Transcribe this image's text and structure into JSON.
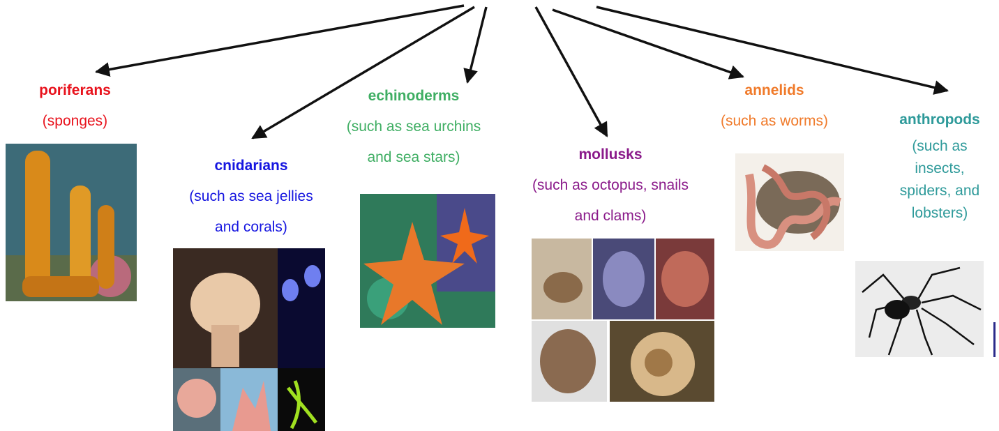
{
  "groups": [
    {
      "id": "poriferans",
      "title": "poriferans",
      "subtitle": [
        "(sponges)"
      ],
      "color": "#e8121c"
    },
    {
      "id": "cnidarians",
      "title": "cnidarians",
      "subtitle": [
        "(such as sea jellies",
        "and corals)"
      ],
      "color": "#1616e0"
    },
    {
      "id": "echinoderms",
      "title": "echinoderms",
      "subtitle": [
        "(such as sea urchins",
        "and sea stars)"
      ],
      "color": "#3fae63"
    },
    {
      "id": "mollusks",
      "title": "mollusks",
      "subtitle": [
        "(such as octopus, snails",
        "and clams)"
      ],
      "color": "#8a1a8a"
    },
    {
      "id": "annelids",
      "title": "annelids",
      "subtitle": [
        "(such as worms)"
      ],
      "color": "#f07a2a"
    },
    {
      "id": "anthropods",
      "title": "anthropods",
      "subtitle": [
        "(such as",
        "insects,",
        "spiders, and",
        "lobsters)"
      ],
      "color": "#2e9a9a"
    }
  ],
  "images": {
    "sponge": "photo of orange tube sponges",
    "cnidarian": "photo collage of sea anemone, jellyfish and corals",
    "starfish": "photo of orange sea stars",
    "mollusk": "photo collage of snails, octopus and clams",
    "worms": "photo of earthworms",
    "spider": "photo of a black spider"
  }
}
